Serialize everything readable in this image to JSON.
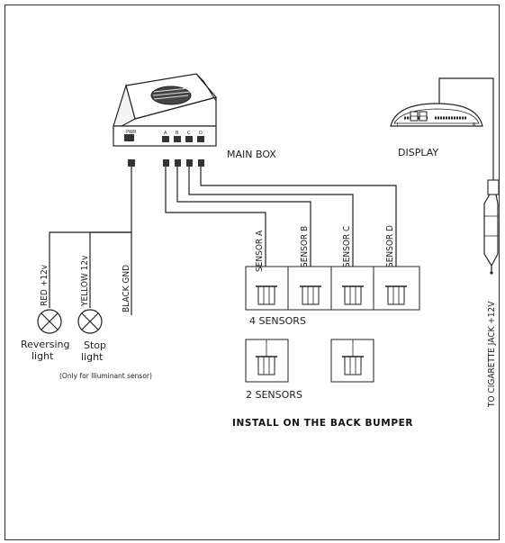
{
  "labels": {
    "main_box": "MAIN BOX",
    "display": "DISPLAY",
    "display_left": "L",
    "display_right": "R",
    "power_port": "PWR",
    "port_a": "A",
    "port_b": "B",
    "port_c": "C",
    "port_d": "D",
    "sensor_a": "SENSOR A",
    "sensor_b": "SENSOR B",
    "sensor_c": "SENSOR C",
    "sensor_d": "SENSOR D",
    "wire_red": "RED  +12v",
    "wire_yellow": "YELLOW 12v",
    "wire_black": "BLACK  GND",
    "reversing_1": "Reversing",
    "reversing_2": "light",
    "stop_1": "Stop",
    "stop_2": "light",
    "illuminant_note": "(Only for Iliuminant sensor)",
    "four_sensors": "4  SENSORS",
    "two_sensors": "2  SENSORS",
    "install_note": "INSTALL ON THE BACK BUMPER",
    "cigarette_jack": "TO CIGARETTE JACK +12V"
  }
}
